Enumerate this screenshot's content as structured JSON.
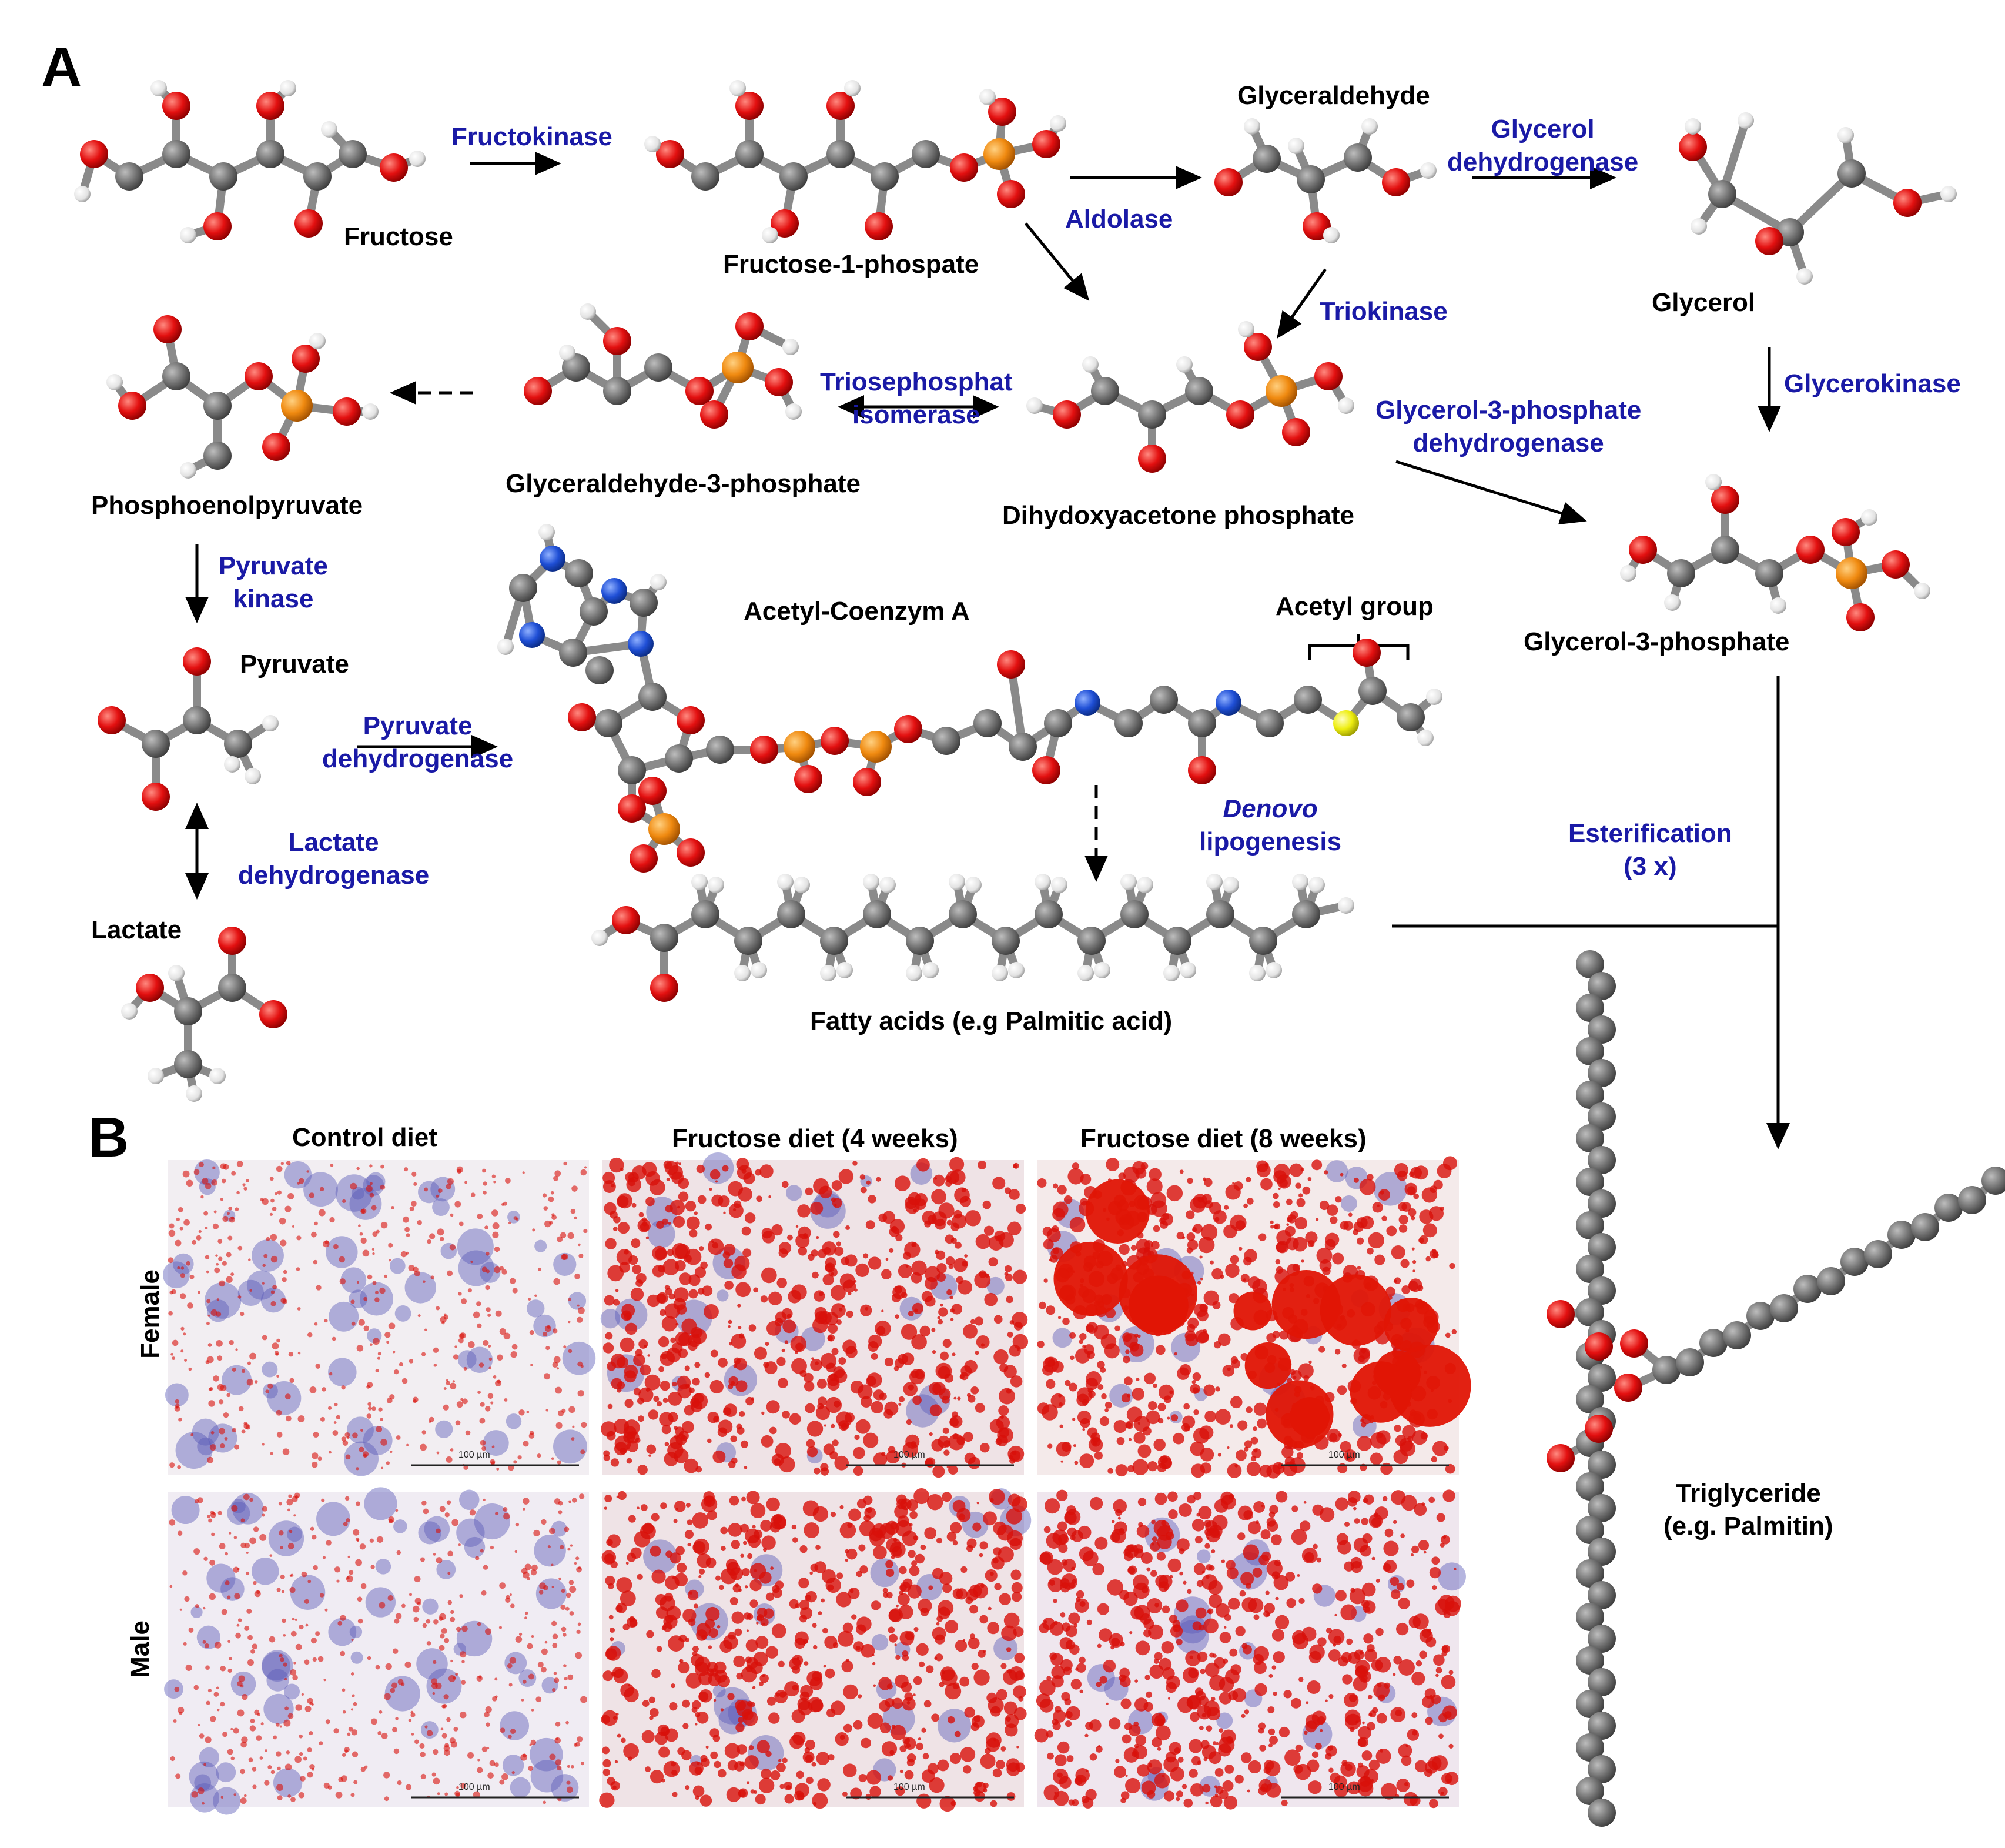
{
  "panels": {
    "a": "A",
    "b": "B"
  },
  "molecules": {
    "fructose": "Fructose",
    "fructose_1_phosphate": "Fructose-1-phospate",
    "glyceraldehyde": "Glyceraldehyde",
    "glycerol": "Glycerol",
    "glyceraldehyde_3_phosphate": "Glyceraldehyde-3-phosphate",
    "dihydroxyacetone_phosphate": "Dihydoxyacetone phosphate",
    "phosphoenolpyruvate": "Phosphoenolpyruvate",
    "pyruvate": "Pyruvate",
    "lactate": "Lactate",
    "acetyl_coa": "Acetyl-Coenzym A",
    "acetyl_group": "Acetyl group",
    "glycerol_3_phosphate": "Glycerol-3-phosphate",
    "fatty_acids": "Fatty acids (e.g Palmitic acid)",
    "triglyceride_line1": "Triglyceride",
    "triglyceride_line2": "(e.g. Palmitin)"
  },
  "enzymes": {
    "fructokinase": "Fructokinase",
    "aldolase": "Aldolase",
    "glycerol_dh_line1": "Glycerol",
    "glycerol_dh_line2": "dehydrogenase",
    "triokinase": "Triokinase",
    "tpi_line1": "Triosephosphat",
    "tpi_line2": "isomerase",
    "g3p_dh_line1": "Glycerol-3-phosphate",
    "g3p_dh_line2": "dehydrogenase",
    "glycerokinase": "Glycerokinase",
    "pk_line1": "Pyruvate",
    "pk_line2": "kinase",
    "pdh_line1": "Pyruvate",
    "pdh_line2": "dehydrogenase",
    "ldh_line1": "Lactate",
    "ldh_line2": "dehydrogenase",
    "denovo_line1": "Denovo",
    "denovo_line2": "lipogenesis",
    "esterification_line1": "Esterification",
    "esterification_line2": "(3 x)"
  },
  "histology": {
    "columns": [
      "Control diet",
      "Fructose diet (4 weeks)",
      "Fructose diet (8 weeks)"
    ],
    "rows": [
      "Female",
      "Male"
    ],
    "scale_bar": "100 µm"
  },
  "colors": {
    "enzyme_text": "#1a1aa6",
    "carbon": "#6b6b6b",
    "oxygen": "#e01010",
    "hydrogen": "#eeeeee",
    "phosphorus": "#f08a10",
    "nitrogen": "#1f4fd6",
    "sulfur": "#f0f010",
    "oil_red": "#d8100a",
    "hematoxylin": "#5a5ab8"
  }
}
